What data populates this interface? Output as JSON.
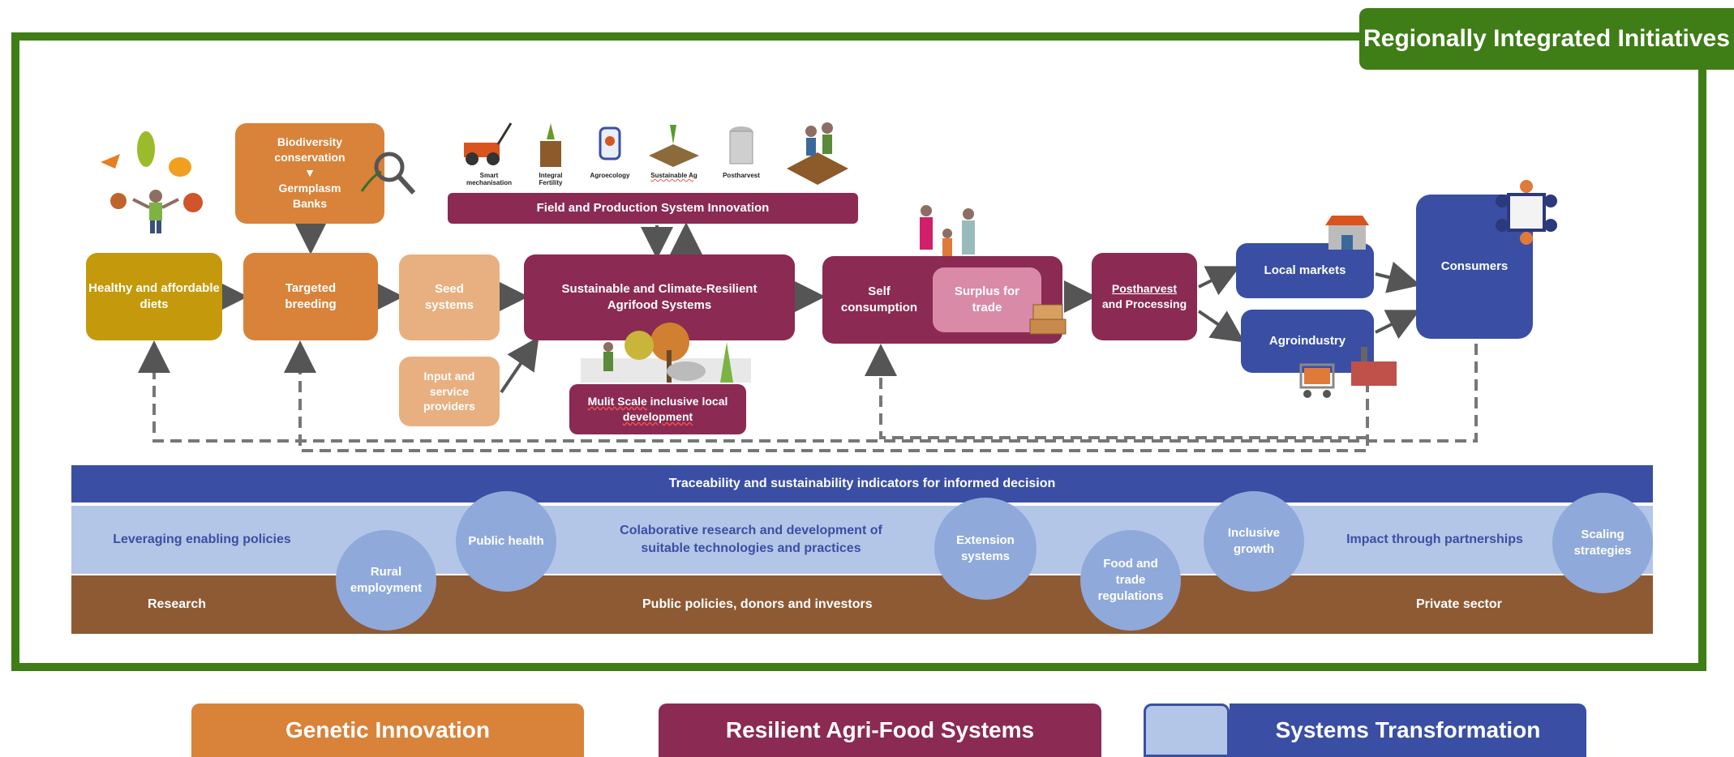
{
  "header": {
    "title": "Regionally Integrated Initiatives"
  },
  "colors": {
    "green": "#3f7d16",
    "orange": "#d98239",
    "light_orange": "#e8b080",
    "maroon": "#8b2a52",
    "pink": "#d98aa6",
    "blue": "#3a4fa3",
    "light_blue": "#b4c6e7",
    "brown": "#8e5a34",
    "gold": "#c49a0c"
  },
  "flow": {
    "healthy_diets": "Healthy and affordable diets",
    "biodiversity": "Biodiversity conservation",
    "germplasm": "Germplasm Banks",
    "targeted_breeding": "Targeted breeding",
    "seed_systems": "Seed systems",
    "input_providers": "Input and service providers",
    "field_innovation": "Field and Production System Innovation",
    "sustainable_agrifood": "Sustainable and Climate-Resilient Agrifood Systems",
    "multiscale_a": "Mulit Scale",
    "multiscale_b": " inclusive local ",
    "multiscale_c": "development",
    "self_consumption": "Self consumption",
    "surplus": "Surplus for trade",
    "postharvest_a": "Postharvest",
    "postharvest_b": "and Processing",
    "local_markets": "Local markets",
    "agroindustry": "Agroindustry",
    "consumers": "Consumers"
  },
  "icons": [
    {
      "name": "smart-mechanisation-icon",
      "label": "Smart mechanisation"
    },
    {
      "name": "integral-fertility-icon",
      "label": "Integral Fertility"
    },
    {
      "name": "agroecology-icon",
      "label": "Agroecology"
    },
    {
      "name": "sustainable-ag-icon",
      "label": "Sustainable Ag"
    },
    {
      "name": "postharvest-icon",
      "label": "Postharvest"
    }
  ],
  "bands": {
    "traceability": "Traceability and sustainability indicators for informed decision",
    "leveraging": "Leveraging enabling policies",
    "collaborative": "Colaborative research and development of suitable technologies and practices",
    "impact": "Impact through partnerships",
    "research": "Research",
    "public_policies": "Public policies, donors and investors",
    "private_sector": "Private sector"
  },
  "circles": {
    "rural_employment": "Rural employment",
    "public_health": "Public health",
    "extension_systems": "Extension systems",
    "food_trade": "Food and trade regulations",
    "inclusive_growth": "Inclusive growth",
    "scaling": "Scaling strategies"
  },
  "legend": {
    "genetic": "Genetic Innovation",
    "resilient": "Resilient Agri-Food Systems",
    "systems": "Systems Transformation"
  }
}
